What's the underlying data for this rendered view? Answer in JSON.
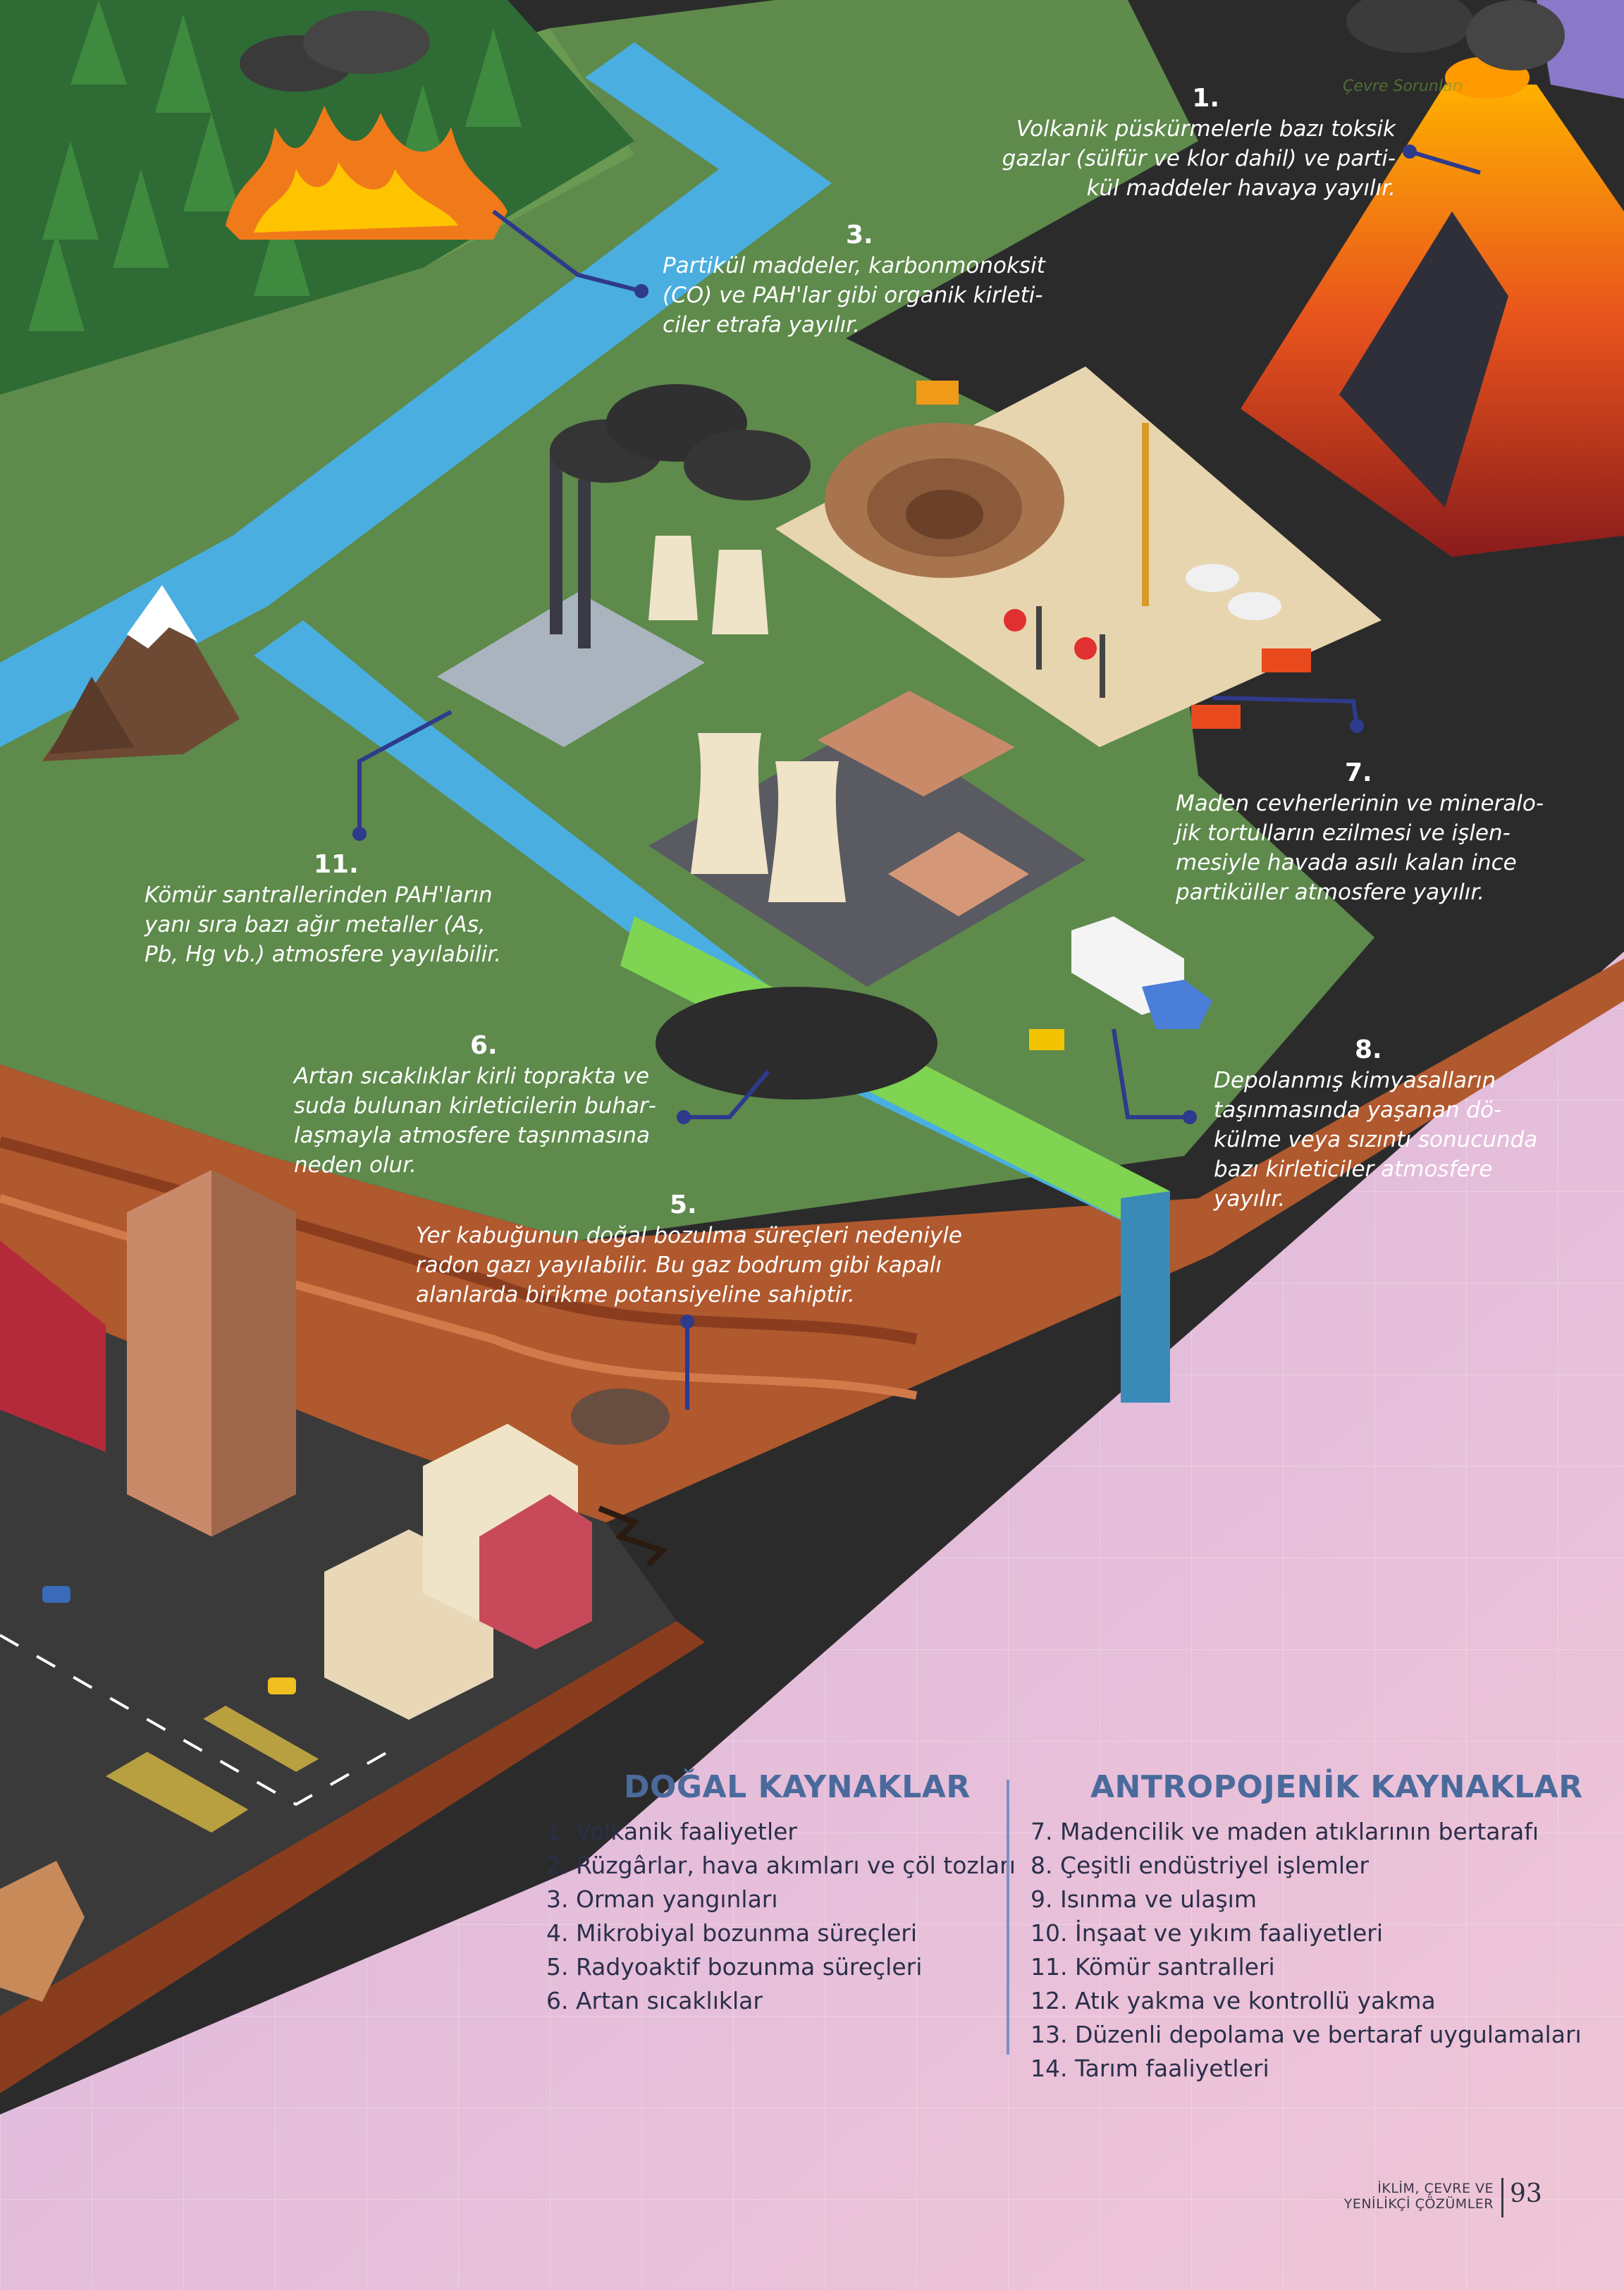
{
  "colors": {
    "grass": "#5e8a4c",
    "river": "#4aaee0",
    "dark_ground": "#2b2b2b",
    "earth": "#a0522d",
    "pink_bg": "#e9c5dc",
    "lava": "#e8531d",
    "leader_line": "#2e3a8c",
    "legend_heading": "#4a6a9c"
  },
  "icons": [
    "volcano-icon",
    "forest-fire-icon",
    "mountain-icon",
    "coal-plant-icon",
    "cooling-tower-icon",
    "open-pit-mine-icon",
    "oil-pump-icon",
    "tanker-truck-icon",
    "hazmat-truck-icon",
    "skyscraper-icon",
    "radon-crack-icon"
  ],
  "watermark": "Çevre Sorunları",
  "callouts": [
    {
      "id": "1",
      "num": "1.",
      "text": "Volkanik püskürmelerle bazı toksik gazlar (sülfür ve klor dahil) ve parti­kül maddeler havaya yayılır."
    },
    {
      "id": "3",
      "num": "3.",
      "text": "Partikül maddeler, karbonmonoksit (CO) ve PAH'lar gibi organik kirleti­ciler etrafa yayılır."
    },
    {
      "id": "7",
      "num": "7.",
      "text": "Maden cevherlerinin ve mineralo­jik tortulların ezilmesi ve işlen­mesiyle havada asılı kalan ince partiküller atmosfere yayılır."
    },
    {
      "id": "11",
      "num": "11.",
      "text": "Kömür santrallerinden PAH'ların yanı sıra bazı ağır metaller (As, Pb, Hg vb.) atmosfere yayılabilir."
    },
    {
      "id": "6",
      "num": "6.",
      "text": "Artan sıcaklıklar kirli toprakta ve suda bulunan kirleticilerin buhar­laşmayla atmosfere taşınmasına neden olur."
    },
    {
      "id": "8",
      "num": "8.",
      "text": "Depolanmış kimyasalların taşınmasında yaşanan dö­külme veya sızıntı sonucun­da bazı kirleticiler atmosfe­re yayılır."
    },
    {
      "id": "5",
      "num": "5.",
      "text": "Yer kabuğunun doğal bozulma süreçleri nedeniy­le radon gazı yayılabilir. Bu gaz bodrum gibi kapalı alanlarda birikme potansiyeline sahiptir."
    }
  ],
  "legend": {
    "natural": {
      "title": "DOĞAL KAYNAKLAR",
      "items": [
        "1. Volkanik faaliyetler",
        "2. Rüzgârlar, hava akımları ve çöl tozları",
        "3. Orman yangınları",
        "4. Mikrobiyal bozunma süreçleri",
        "5. Radyoaktif bozunma süreçleri",
        "6. Artan sıcaklıklar"
      ]
    },
    "anthropogenic": {
      "title": "ANTROPOJENİK KAYNAKLAR",
      "items": [
        "7. Madencilik ve maden atıklarının bertarafı",
        "8. Çeşitli endüstriyel işlemler",
        "9. Isınma ve ulaşım",
        "10. İnşaat ve yıkım faaliyetleri",
        "11. Kömür santralleri",
        "12. Atık yakma ve kontrollü yakma",
        "13. Düzenli depolama ve bertaraf uygulamaları",
        "14. Tarım faaliyetleri"
      ]
    }
  },
  "footer": {
    "line1": "İKLİM, ÇEVRE VE",
    "line2": "YENİLİKÇİ ÇÖZÜMLER",
    "page": "93"
  }
}
